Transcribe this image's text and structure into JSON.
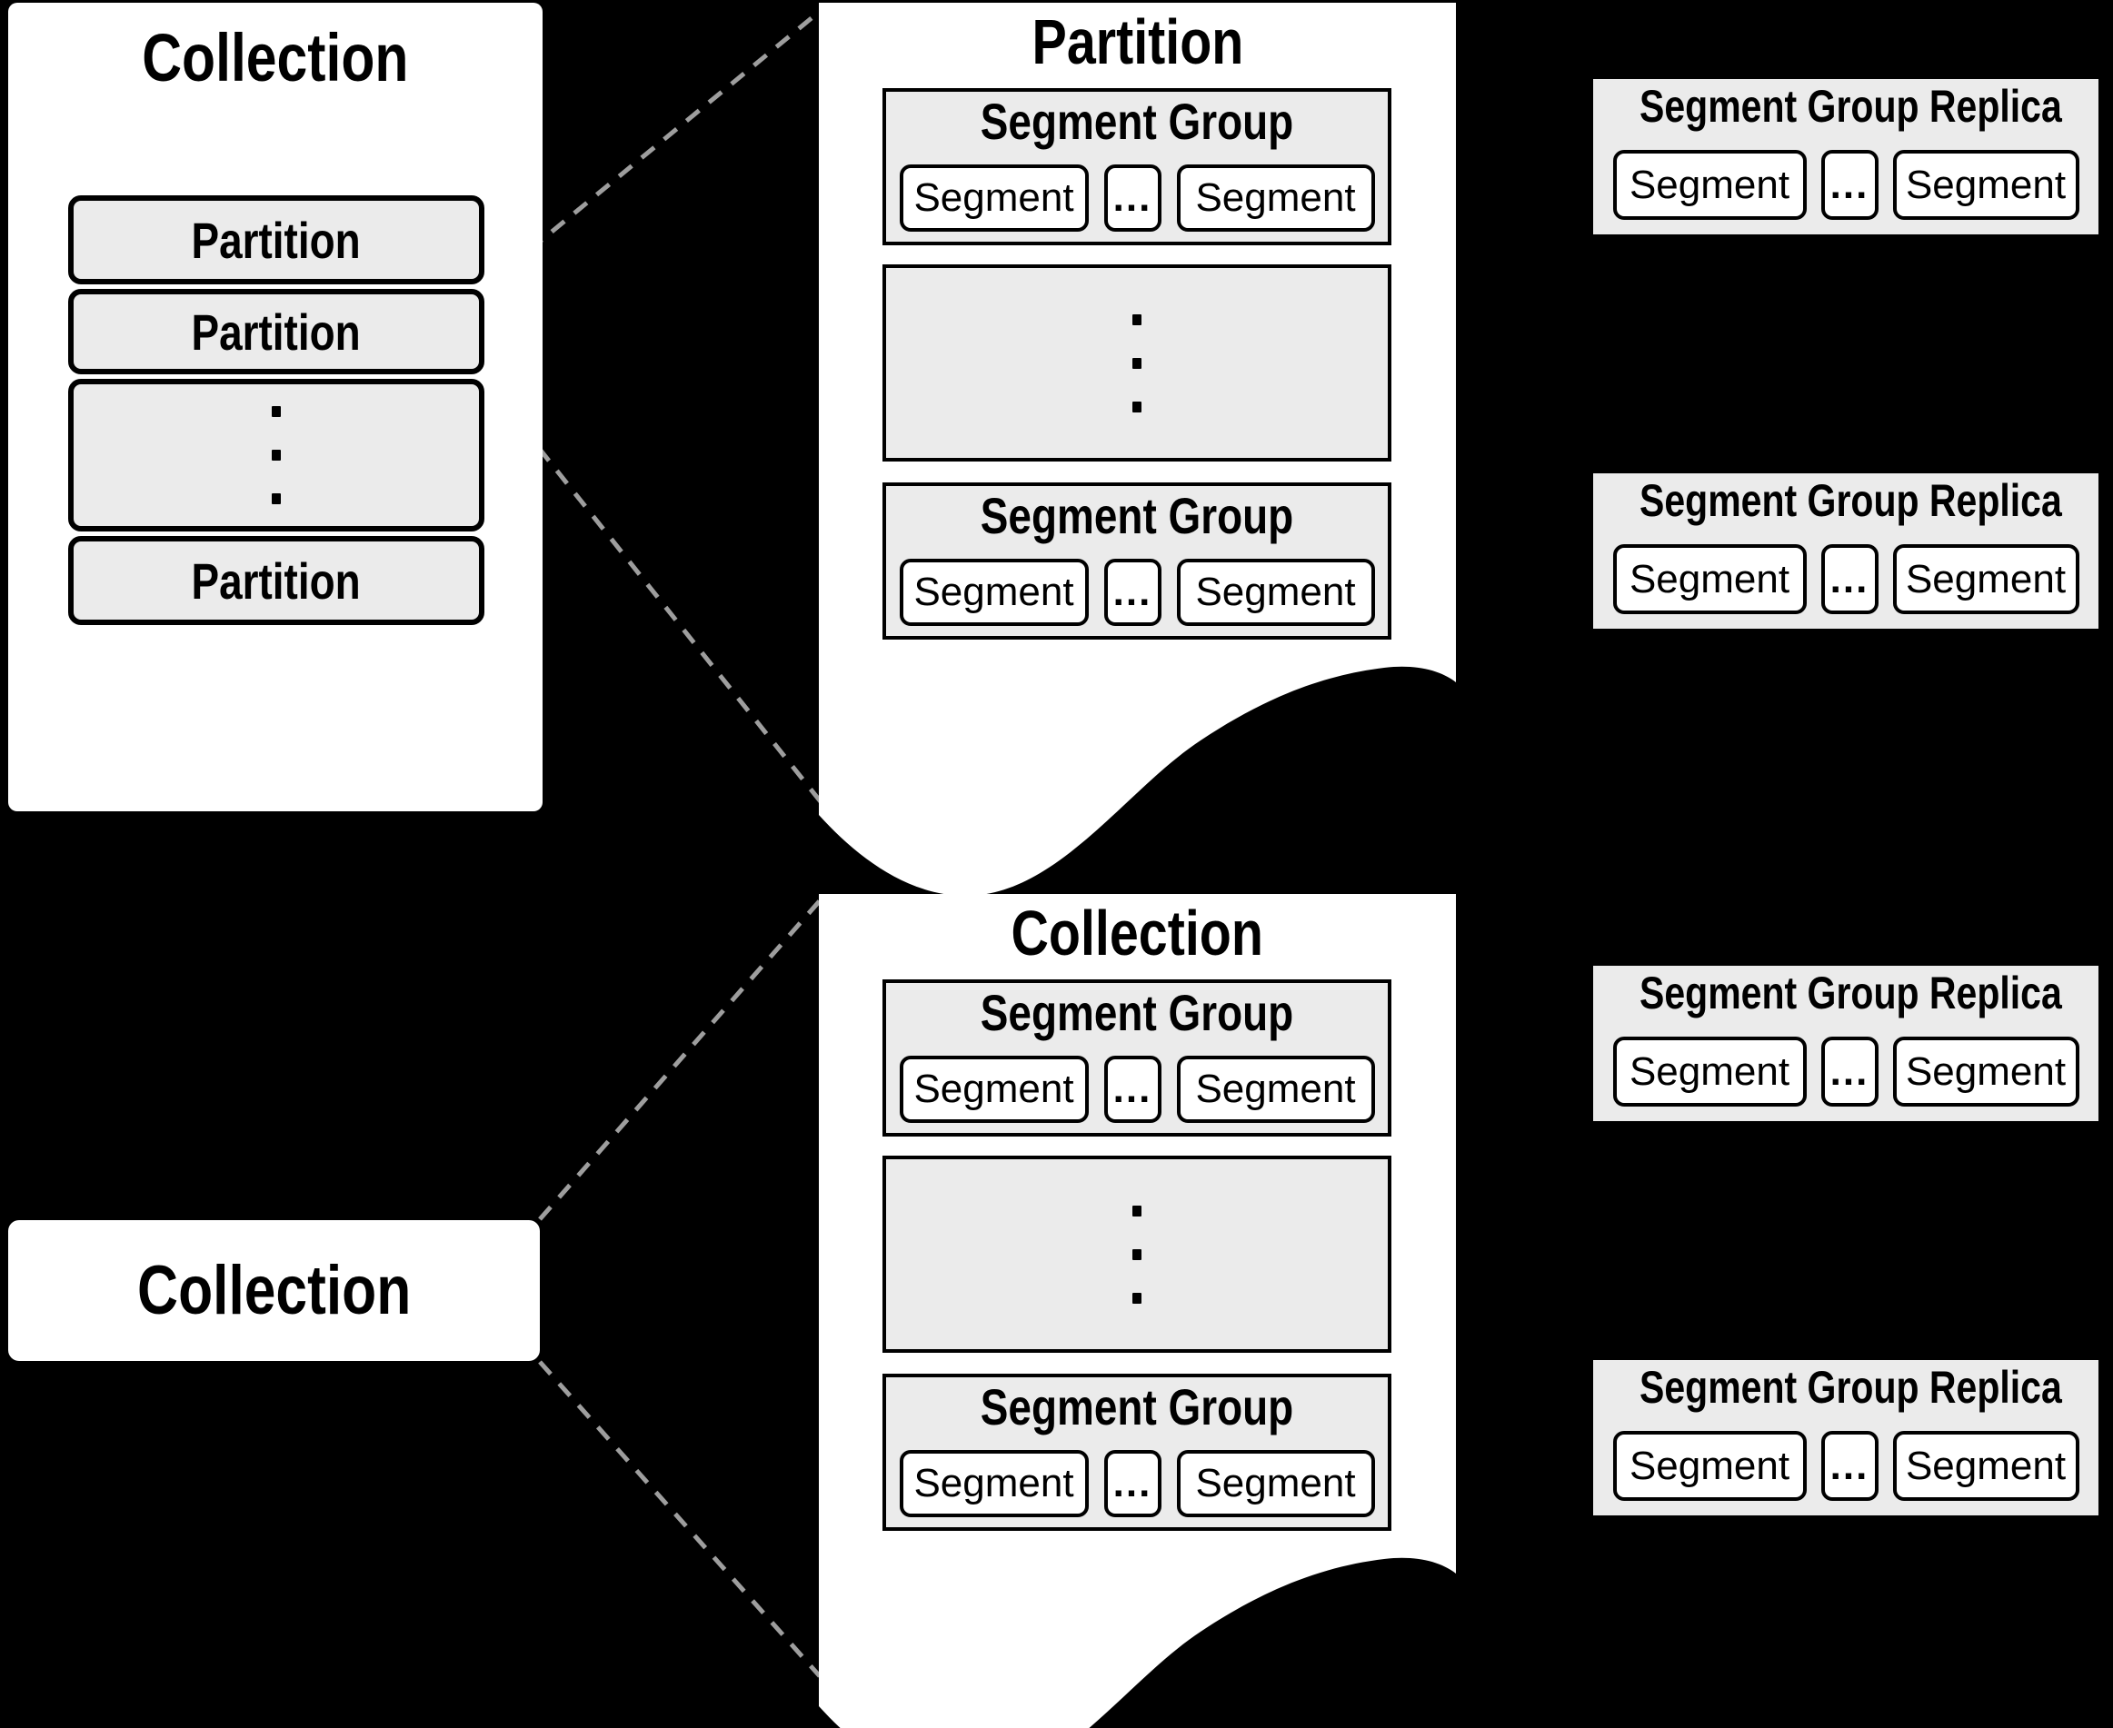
{
  "colors": {
    "background": "#000000",
    "panel_white": "#ffffff",
    "box_fill": "#ebebeb",
    "stroke": "#000000",
    "connector_dash": "#9e9e9e"
  },
  "collection_panel": {
    "title": "Collection",
    "partition_rows": [
      "Partition",
      "Partition",
      "Partition"
    ]
  },
  "partition_panel": {
    "title": "Partition",
    "segment_groups": [
      {
        "title": "Segment Group",
        "segment_left": "Segment",
        "ellipsis": "...",
        "segment_right": "Segment"
      },
      {
        "title": "Segment Group",
        "segment_left": "Segment",
        "ellipsis": "...",
        "segment_right": "Segment"
      }
    ]
  },
  "collection_detail_panel": {
    "title": "Collection",
    "segment_groups": [
      {
        "title": "Segment Group",
        "segment_left": "Segment",
        "ellipsis": "...",
        "segment_right": "Segment"
      },
      {
        "title": "Segment Group",
        "segment_left": "Segment",
        "ellipsis": "...",
        "segment_right": "Segment"
      }
    ]
  },
  "collection_box": {
    "title": "Collection"
  },
  "replica_boxes": [
    {
      "title": "Segment Group Replica",
      "segment_left": "Segment",
      "ellipsis": "...",
      "segment_right": "Segment"
    },
    {
      "title": "Segment Group Replica",
      "segment_left": "Segment",
      "ellipsis": "...",
      "segment_right": "Segment"
    },
    {
      "title": "Segment Group Replica",
      "segment_left": "Segment",
      "ellipsis": "...",
      "segment_right": "Segment"
    },
    {
      "title": "Segment Group Replica",
      "segment_left": "Segment",
      "ellipsis": "...",
      "segment_right": "Segment"
    }
  ],
  "vertical_ellipsis_glyph": "⋮"
}
